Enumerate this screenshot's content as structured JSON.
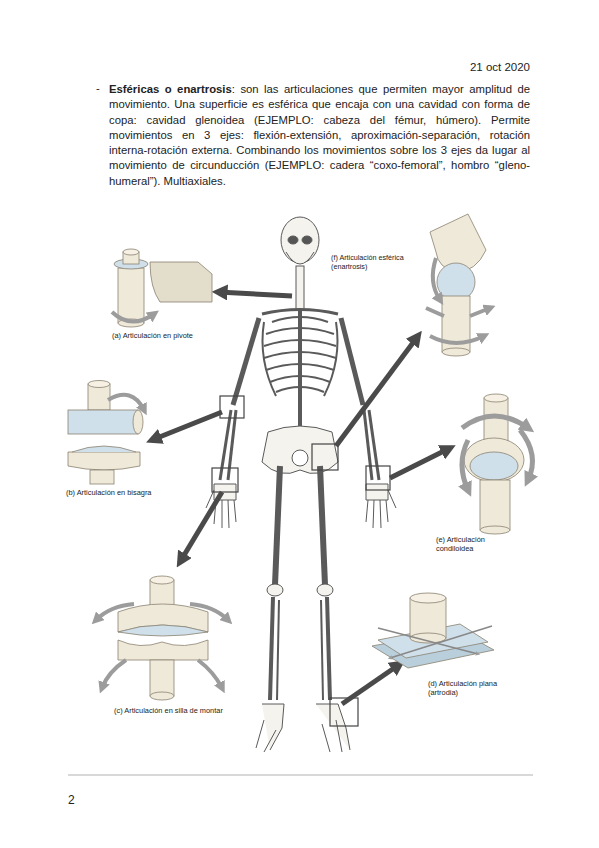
{
  "diagram": {
    "labels": [
      "21 oct 2020",
      "-",
      "Esféricas o enartrosis",
      ": son las articulaciones que permiten mayor amplitud de movimiento. Una superficie es esférica que encaja con una cavidad con forma de copa: cavidad glenoidea (EJEMPLO: cabeza del fémur, húmero). Permite movimientos en 3 ejes: flexión-extensión, aproximación-separación, rotación interna-rotación externa. Combinando los movimientos sobre los 3 ejes da lugar al movimiento de circunducción (EJEMPLO: cadera “coxo-femoral”, hombro “gleno-humeral”). Multiaxiales.",
      "(f) Articulación esférica (enartrosis)",
      "(a) Articulación en pivote",
      "(b) Articulación en bisagra",
      "(e) Articulación condiloidea",
      "(d) Articulación plana (artrodia)",
      "(c) Articulación en silla de montar",
      "2"
    ]
  }
}
